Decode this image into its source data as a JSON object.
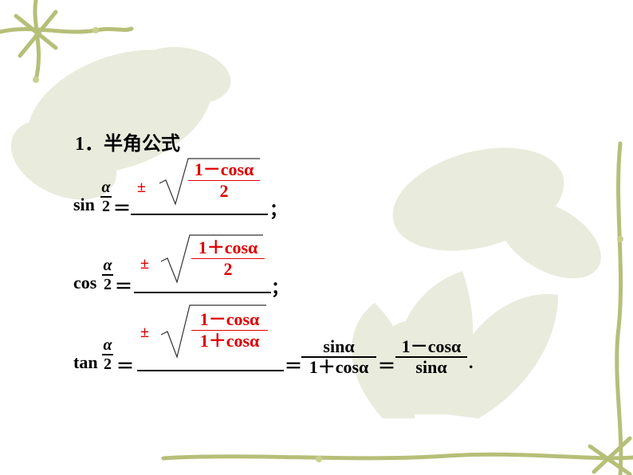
{
  "heading": "1．半角公式",
  "sin_row": {
    "func": "sin",
    "half_num": "α",
    "half_den": "2",
    "eq": "＝",
    "answer_sign": "±",
    "answer_num": "1－cosα",
    "answer_den": "2",
    "tail": "；"
  },
  "cos_row": {
    "func": "cos",
    "half_num": "α",
    "half_den": "2",
    "eq": "＝",
    "answer_sign": "±",
    "answer_num": "1＋cosα",
    "answer_den": "2",
    "tail": "；"
  },
  "tan_row": {
    "func": "tan",
    "half_num": "α",
    "half_den": "2",
    "eq": "＝",
    "answer_sign": "±",
    "answer_num": "1－cosα",
    "answer_den": "1＋cosα",
    "eq2": "＝",
    "f2_num": "sinα",
    "f2_den": "1＋cosα",
    "eq3": "＝",
    "f3_num": "1－cosα",
    "f3_den": "sinα",
    "tail": "."
  },
  "colors": {
    "answer": "#e00000",
    "text": "#000000",
    "flower": "#e4e6d2",
    "vine": "#b9c27e"
  },
  "decor": {
    "background_icon": "lotus-watermark-icon",
    "frame_icon": "bamboo-vine-frame-icon"
  }
}
